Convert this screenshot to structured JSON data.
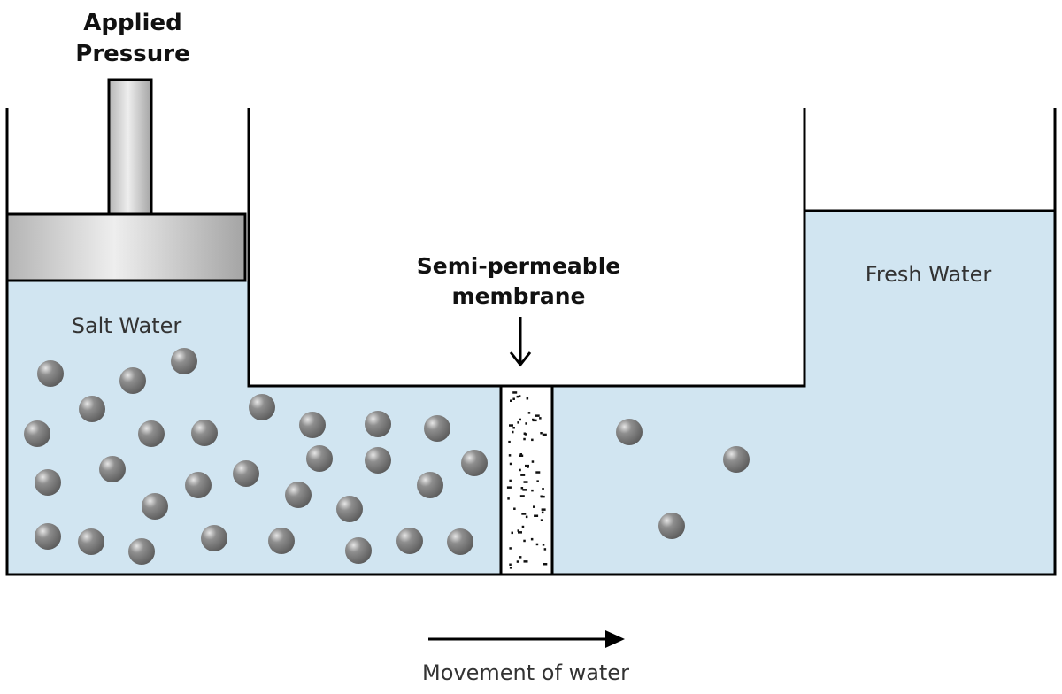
{
  "labels": {
    "applied_pressure_line1": "Applied",
    "applied_pressure_line2": "Pressure",
    "membrane_line1": "Semi-permeable",
    "membrane_line2": "membrane",
    "salt_water": "Salt Water",
    "fresh_water": "Fresh Water",
    "movement": "Movement of water"
  },
  "colors": {
    "water": "#d1e5f1",
    "outline": "#000000",
    "particle": "#7a7a7a",
    "piston_dark": "#a8a8a8",
    "piston_light": "#ececec"
  },
  "icons": {
    "membrane_arrow": "arrow-down-icon",
    "flow_arrow": "arrow-right-icon"
  }
}
